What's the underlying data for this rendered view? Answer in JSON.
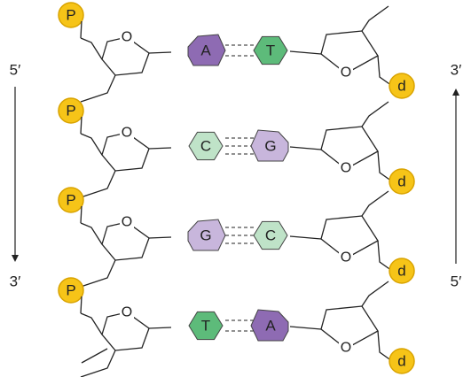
{
  "colors": {
    "phosphate": "#f6c418",
    "phosphate_stroke": "#d9a300",
    "purine_dark": "#8e6bb3",
    "purine_light": "#c8b6dc",
    "pyrimidine_dark": "#5dbb7a",
    "pyrimidine_light": "#bfe3c8",
    "line": "#222222"
  },
  "labels": {
    "phosphate": "P",
    "deoxyribose_marker": "d",
    "ring_oxygen": "O"
  },
  "left_strand": {
    "top": "5′",
    "bottom": "3′"
  },
  "right_strand": {
    "top": "3′",
    "bottom": "5′"
  },
  "base_pairs": [
    {
      "left": "A",
      "right": "T"
    },
    {
      "left": "C",
      "right": "G"
    },
    {
      "left": "G",
      "right": "C"
    },
    {
      "left": "T",
      "right": "A"
    }
  ]
}
